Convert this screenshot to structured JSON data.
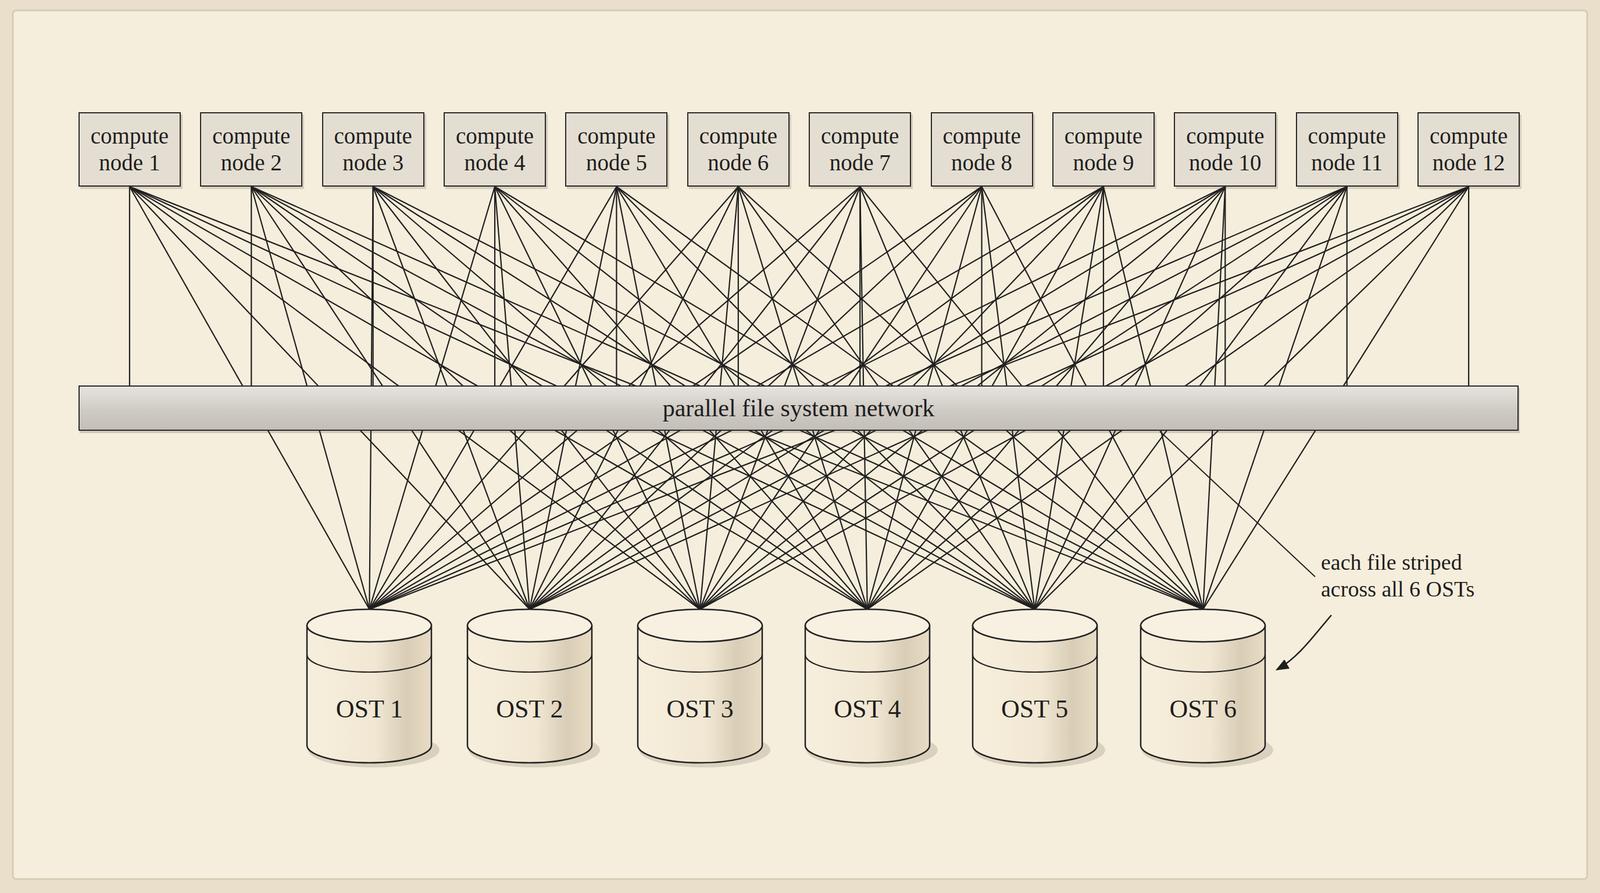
{
  "diagram": {
    "nodes": [
      {
        "text": [
          "compute node 1"
        ]
      },
      {
        "text": [
          "compute node 2"
        ]
      },
      {
        "text": [
          "compute node 3"
        ]
      },
      {
        "text": [
          "compute node 4"
        ]
      },
      {
        "text": [
          "compute node 5"
        ]
      },
      {
        "text": [
          "compute node 6"
        ]
      },
      {
        "text": [
          "compute node 7"
        ]
      },
      {
        "text": [
          "compute node 8"
        ]
      },
      {
        "text": [
          "compute node 9"
        ]
      },
      {
        "text": [
          "compute node 10"
        ]
      },
      {
        "text": [
          "compute node 11"
        ]
      },
      {
        "text": [
          "compute node 12"
        ]
      },
      {
        "text": [
          "parallel file system network"
        ]
      },
      {
        "text": [
          "OST 1"
        ]
      },
      {
        "text": [
          "OST 2"
        ]
      },
      {
        "text": [
          "OST 3"
        ]
      },
      {
        "text": [
          "OST 4"
        ]
      },
      {
        "text": [
          "OST 5"
        ]
      },
      {
        "text": [
          "OST 6"
        ]
      }
    ],
    "edges": [
      {
        "from": 0,
        "to": 12,
        "arrow": "none"
      },
      {
        "from": 0,
        "to": 13,
        "arrow": "none"
      },
      {
        "from": 0,
        "to": 14,
        "arrow": "none"
      },
      {
        "from": 0,
        "to": 15,
        "arrow": "none"
      },
      {
        "from": 0,
        "to": 16,
        "arrow": "none"
      },
      {
        "from": 0,
        "to": 17,
        "arrow": "none"
      },
      {
        "from": 0,
        "to": 18,
        "arrow": "none"
      },
      {
        "from": 1,
        "to": 12,
        "arrow": "none"
      },
      {
        "from": 1,
        "to": 13,
        "arrow": "none"
      },
      {
        "from": 1,
        "to": 14,
        "arrow": "none"
      },
      {
        "from": 1,
        "to": 15,
        "arrow": "none"
      },
      {
        "from": 1,
        "to": 16,
        "arrow": "none"
      },
      {
        "from": 1,
        "to": 17,
        "arrow": "none"
      },
      {
        "from": 1,
        "to": 18,
        "arrow": "none"
      },
      {
        "from": 2,
        "to": 12,
        "arrow": "none"
      },
      {
        "from": 2,
        "to": 13,
        "arrow": "none"
      },
      {
        "from": 2,
        "to": 14,
        "arrow": "none"
      },
      {
        "from": 2,
        "to": 15,
        "arrow": "none"
      },
      {
        "from": 2,
        "to": 16,
        "arrow": "none"
      },
      {
        "from": 2,
        "to": 17,
        "arrow": "none"
      },
      {
        "from": 2,
        "to": 18,
        "arrow": "none"
      },
      {
        "from": 3,
        "to": 12,
        "arrow": "none"
      },
      {
        "from": 3,
        "to": 13,
        "arrow": "none"
      },
      {
        "from": 3,
        "to": 14,
        "arrow": "none"
      },
      {
        "from": 3,
        "to": 15,
        "arrow": "none"
      },
      {
        "from": 3,
        "to": 16,
        "arrow": "none"
      },
      {
        "from": 3,
        "to": 17,
        "arrow": "none"
      },
      {
        "from": 3,
        "to": 18,
        "arrow": "none"
      },
      {
        "from": 4,
        "to": 12,
        "arrow": "none"
      },
      {
        "from": 4,
        "to": 13,
        "arrow": "none"
      },
      {
        "from": 4,
        "to": 14,
        "arrow": "none"
      },
      {
        "from": 4,
        "to": 15,
        "arrow": "none"
      },
      {
        "from": 4,
        "to": 16,
        "arrow": "none"
      },
      {
        "from": 4,
        "to": 17,
        "arrow": "none"
      },
      {
        "from": 4,
        "to": 18,
        "arrow": "none"
      },
      {
        "from": 5,
        "to": 12,
        "arrow": "none"
      },
      {
        "from": 5,
        "to": 13,
        "arrow": "none"
      },
      {
        "from": 5,
        "to": 14,
        "arrow": "none"
      },
      {
        "from": 5,
        "to": 15,
        "arrow": "none"
      },
      {
        "from": 5,
        "to": 16,
        "arrow": "none"
      },
      {
        "from": 5,
        "to": 17,
        "arrow": "none"
      },
      {
        "from": 5,
        "to": 18,
        "arrow": "none"
      },
      {
        "from": 6,
        "to": 12,
        "arrow": "none"
      },
      {
        "from": 6,
        "to": 13,
        "arrow": "none"
      },
      {
        "from": 6,
        "to": 14,
        "arrow": "none"
      },
      {
        "from": 6,
        "to": 15,
        "arrow": "none"
      },
      {
        "from": 6,
        "to": 16,
        "arrow": "none"
      },
      {
        "from": 6,
        "to": 17,
        "arrow": "none"
      },
      {
        "from": 6,
        "to": 18,
        "arrow": "none"
      },
      {
        "from": 7,
        "to": 12,
        "arrow": "none"
      },
      {
        "from": 7,
        "to": 13,
        "arrow": "none"
      },
      {
        "from": 7,
        "to": 14,
        "arrow": "none"
      },
      {
        "from": 7,
        "to": 15,
        "arrow": "none"
      },
      {
        "from": 7,
        "to": 16,
        "arrow": "none"
      },
      {
        "from": 7,
        "to": 17,
        "arrow": "none"
      },
      {
        "from": 7,
        "to": 18,
        "arrow": "none"
      },
      {
        "from": 8,
        "to": 12,
        "arrow": "none"
      },
      {
        "from": 8,
        "to": 13,
        "arrow": "none"
      },
      {
        "from": 8,
        "to": 14,
        "arrow": "none"
      },
      {
        "from": 8,
        "to": 15,
        "arrow": "none"
      },
      {
        "from": 8,
        "to": 16,
        "arrow": "none"
      },
      {
        "from": 8,
        "to": 17,
        "arrow": "none"
      },
      {
        "from": 8,
        "to": 18,
        "arrow": "none"
      },
      {
        "from": 9,
        "to": 12,
        "arrow": "none"
      },
      {
        "from": 9,
        "to": 13,
        "arrow": "none"
      },
      {
        "from": 9,
        "to": 14,
        "arrow": "none"
      },
      {
        "from": 9,
        "to": 15,
        "arrow": "none"
      },
      {
        "from": 9,
        "to": 16,
        "arrow": "none"
      },
      {
        "from": 9,
        "to": 17,
        "arrow": "none"
      },
      {
        "from": 9,
        "to": 18,
        "arrow": "none"
      },
      {
        "from": 10,
        "to": 12,
        "arrow": "none"
      },
      {
        "from": 10,
        "to": 13,
        "arrow": "none"
      },
      {
        "from": 10,
        "to": 14,
        "arrow": "none"
      },
      {
        "from": 10,
        "to": 15,
        "arrow": "none"
      },
      {
        "from": 10,
        "to": 16,
        "arrow": "none"
      },
      {
        "from": 10,
        "to": 17,
        "arrow": "none"
      },
      {
        "from": 10,
        "to": 18,
        "arrow": "none"
      },
      {
        "from": 11,
        "to": 12,
        "arrow": "none"
      },
      {
        "from": 11,
        "to": 13,
        "arrow": "none"
      },
      {
        "from": 11,
        "to": 14,
        "arrow": "none"
      },
      {
        "from": 11,
        "to": 15,
        "arrow": "none"
      },
      {
        "from": 11,
        "to": 16,
        "arrow": "none"
      },
      {
        "from": 11,
        "to": 17,
        "arrow": "none"
      },
      {
        "from": 11,
        "to": 18,
        "arrow": "none"
      }
    ],
    "labels": [
      "each file striped across all 6 OSTs"
    ]
  }
}
